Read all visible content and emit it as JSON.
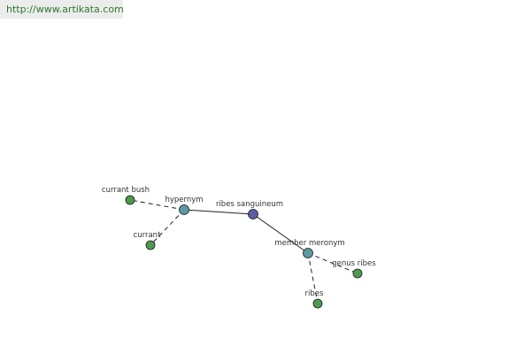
{
  "watermark": {
    "text": "http://www.artikata.com"
  },
  "colors": {
    "center_node": "#5a5fa6",
    "relation_node": "#5b9aa3",
    "leaf_node": "#4e9a4e",
    "edge": "#222222",
    "watermark_text": "#2a7a2a"
  },
  "nodes": [
    {
      "id": "center",
      "label": "ribes sanguineum",
      "kind": "center"
    },
    {
      "id": "hypernym",
      "label": "hypernym",
      "kind": "relation"
    },
    {
      "id": "member_meronym",
      "label": "member meronym",
      "kind": "relation"
    },
    {
      "id": "currant_bush",
      "label": "currant bush",
      "kind": "leaf"
    },
    {
      "id": "currant",
      "label": "currant",
      "kind": "leaf"
    },
    {
      "id": "genus_ribes",
      "label": "genus ribes",
      "kind": "leaf"
    },
    {
      "id": "ribes",
      "label": "ribes",
      "kind": "leaf"
    }
  ],
  "edges": [
    {
      "from": "center",
      "to": "hypernym",
      "style": "solid"
    },
    {
      "from": "center",
      "to": "member_meronym",
      "style": "solid"
    },
    {
      "from": "hypernym",
      "to": "currant_bush",
      "style": "dashed"
    },
    {
      "from": "hypernym",
      "to": "currant",
      "style": "dashed"
    },
    {
      "from": "member_meronym",
      "to": "genus_ribes",
      "style": "dashed"
    },
    {
      "from": "member_meronym",
      "to": "ribes",
      "style": "dashed"
    }
  ]
}
